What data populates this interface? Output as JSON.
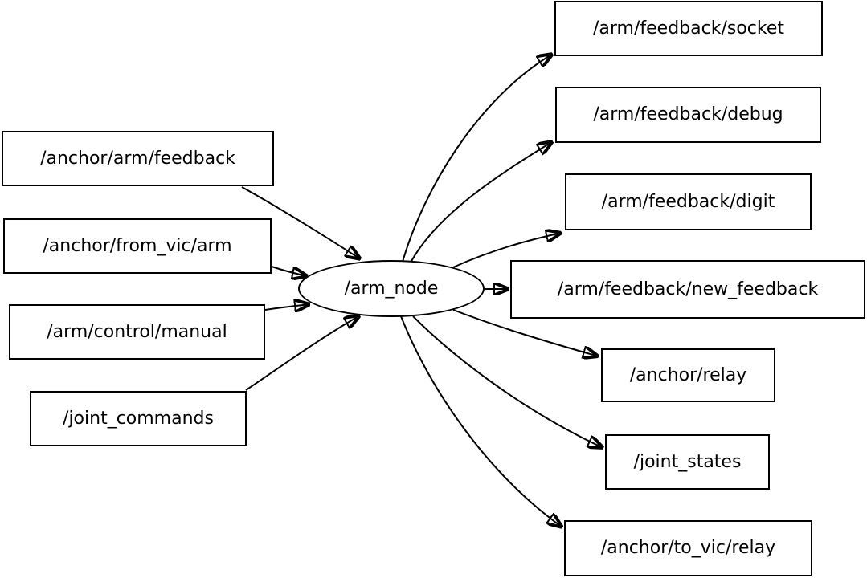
{
  "diagram": {
    "type": "ros-node-graph",
    "center_node": {
      "label": "/arm_node",
      "shape": "ellipse"
    },
    "input_topics": [
      {
        "label": "/anchor/arm/feedback"
      },
      {
        "label": "/anchor/from_vic/arm"
      },
      {
        "label": "/arm/control/manual"
      },
      {
        "label": "/joint_commands"
      }
    ],
    "output_topics": [
      {
        "label": "/arm/feedback/socket"
      },
      {
        "label": "/arm/feedback/debug"
      },
      {
        "label": "/arm/feedback/digit"
      },
      {
        "label": "/arm/feedback/new_feedback"
      },
      {
        "label": "/anchor/relay"
      },
      {
        "label": "/joint_states"
      },
      {
        "label": "/anchor/to_vic/relay"
      }
    ],
    "edges": [
      {
        "from": "/anchor/arm/feedback",
        "to": "/arm_node"
      },
      {
        "from": "/anchor/from_vic/arm",
        "to": "/arm_node"
      },
      {
        "from": "/arm/control/manual",
        "to": "/arm_node"
      },
      {
        "from": "/joint_commands",
        "to": "/arm_node"
      },
      {
        "from": "/arm_node",
        "to": "/arm/feedback/socket"
      },
      {
        "from": "/arm_node",
        "to": "/arm/feedback/debug"
      },
      {
        "from": "/arm_node",
        "to": "/arm/feedback/digit"
      },
      {
        "from": "/arm_node",
        "to": "/arm/feedback/new_feedback"
      },
      {
        "from": "/arm_node",
        "to": "/anchor/relay"
      },
      {
        "from": "/arm_node",
        "to": "/joint_states"
      },
      {
        "from": "/arm_node",
        "to": "/anchor/to_vic/relay"
      }
    ],
    "colors": {
      "background": "#ffffff",
      "node_fill": "#ffffff",
      "stroke": "#000000",
      "text": "#000000"
    }
  }
}
